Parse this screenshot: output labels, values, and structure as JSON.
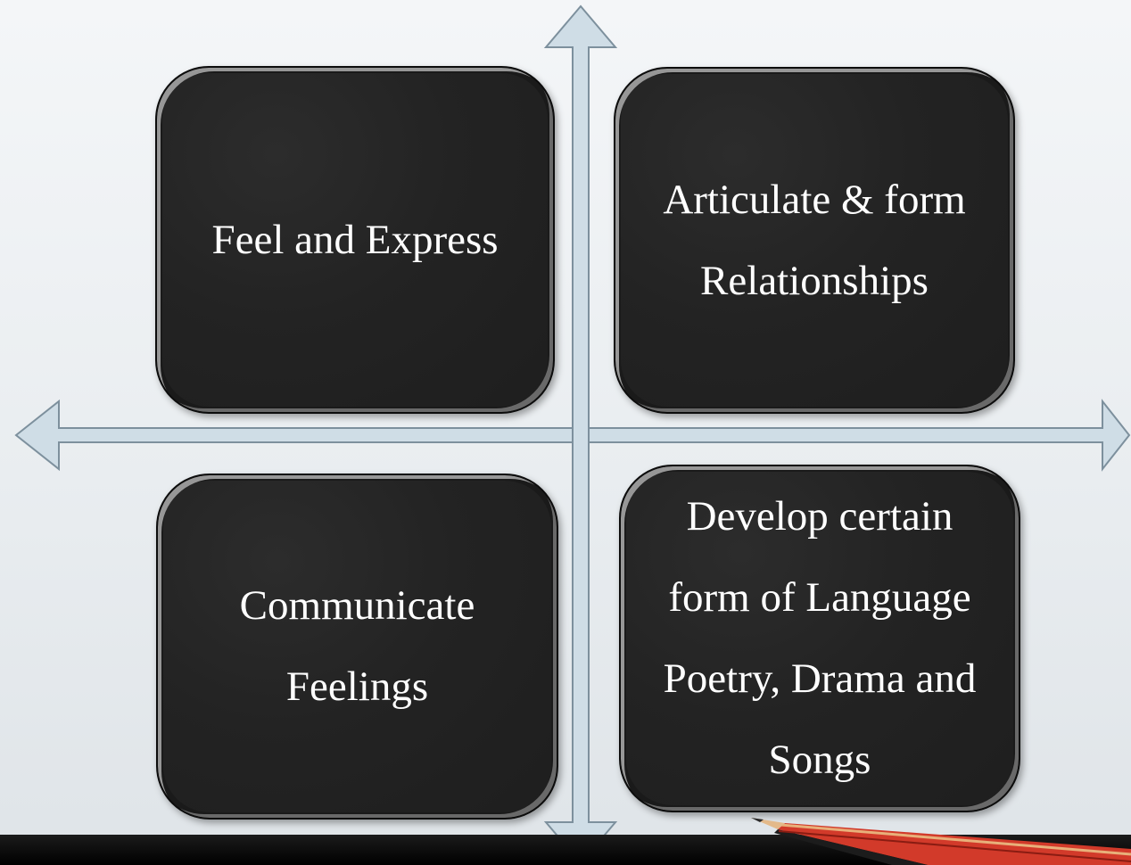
{
  "diagram": {
    "quadrants": {
      "top_left": {
        "lines": [
          "Feel and Express"
        ]
      },
      "top_right": {
        "lines": [
          "Articulate & form",
          "Relationships"
        ]
      },
      "bottom_left": {
        "lines": [
          "Communicate",
          "Feelings"
        ]
      },
      "bottom_right": {
        "lines": [
          "Develop certain",
          "form of Language",
          "Poetry, Drama and",
          "Songs"
        ]
      }
    },
    "colors": {
      "box_fill": "#232323",
      "box_text": "#ffffff",
      "arrow_fill": "#cfdde6",
      "arrow_stroke": "#7d909d",
      "background": "#eceff2",
      "bottom_bar": "#0e0e0e"
    }
  },
  "decor": {
    "pencil": "pencil-illustration"
  }
}
